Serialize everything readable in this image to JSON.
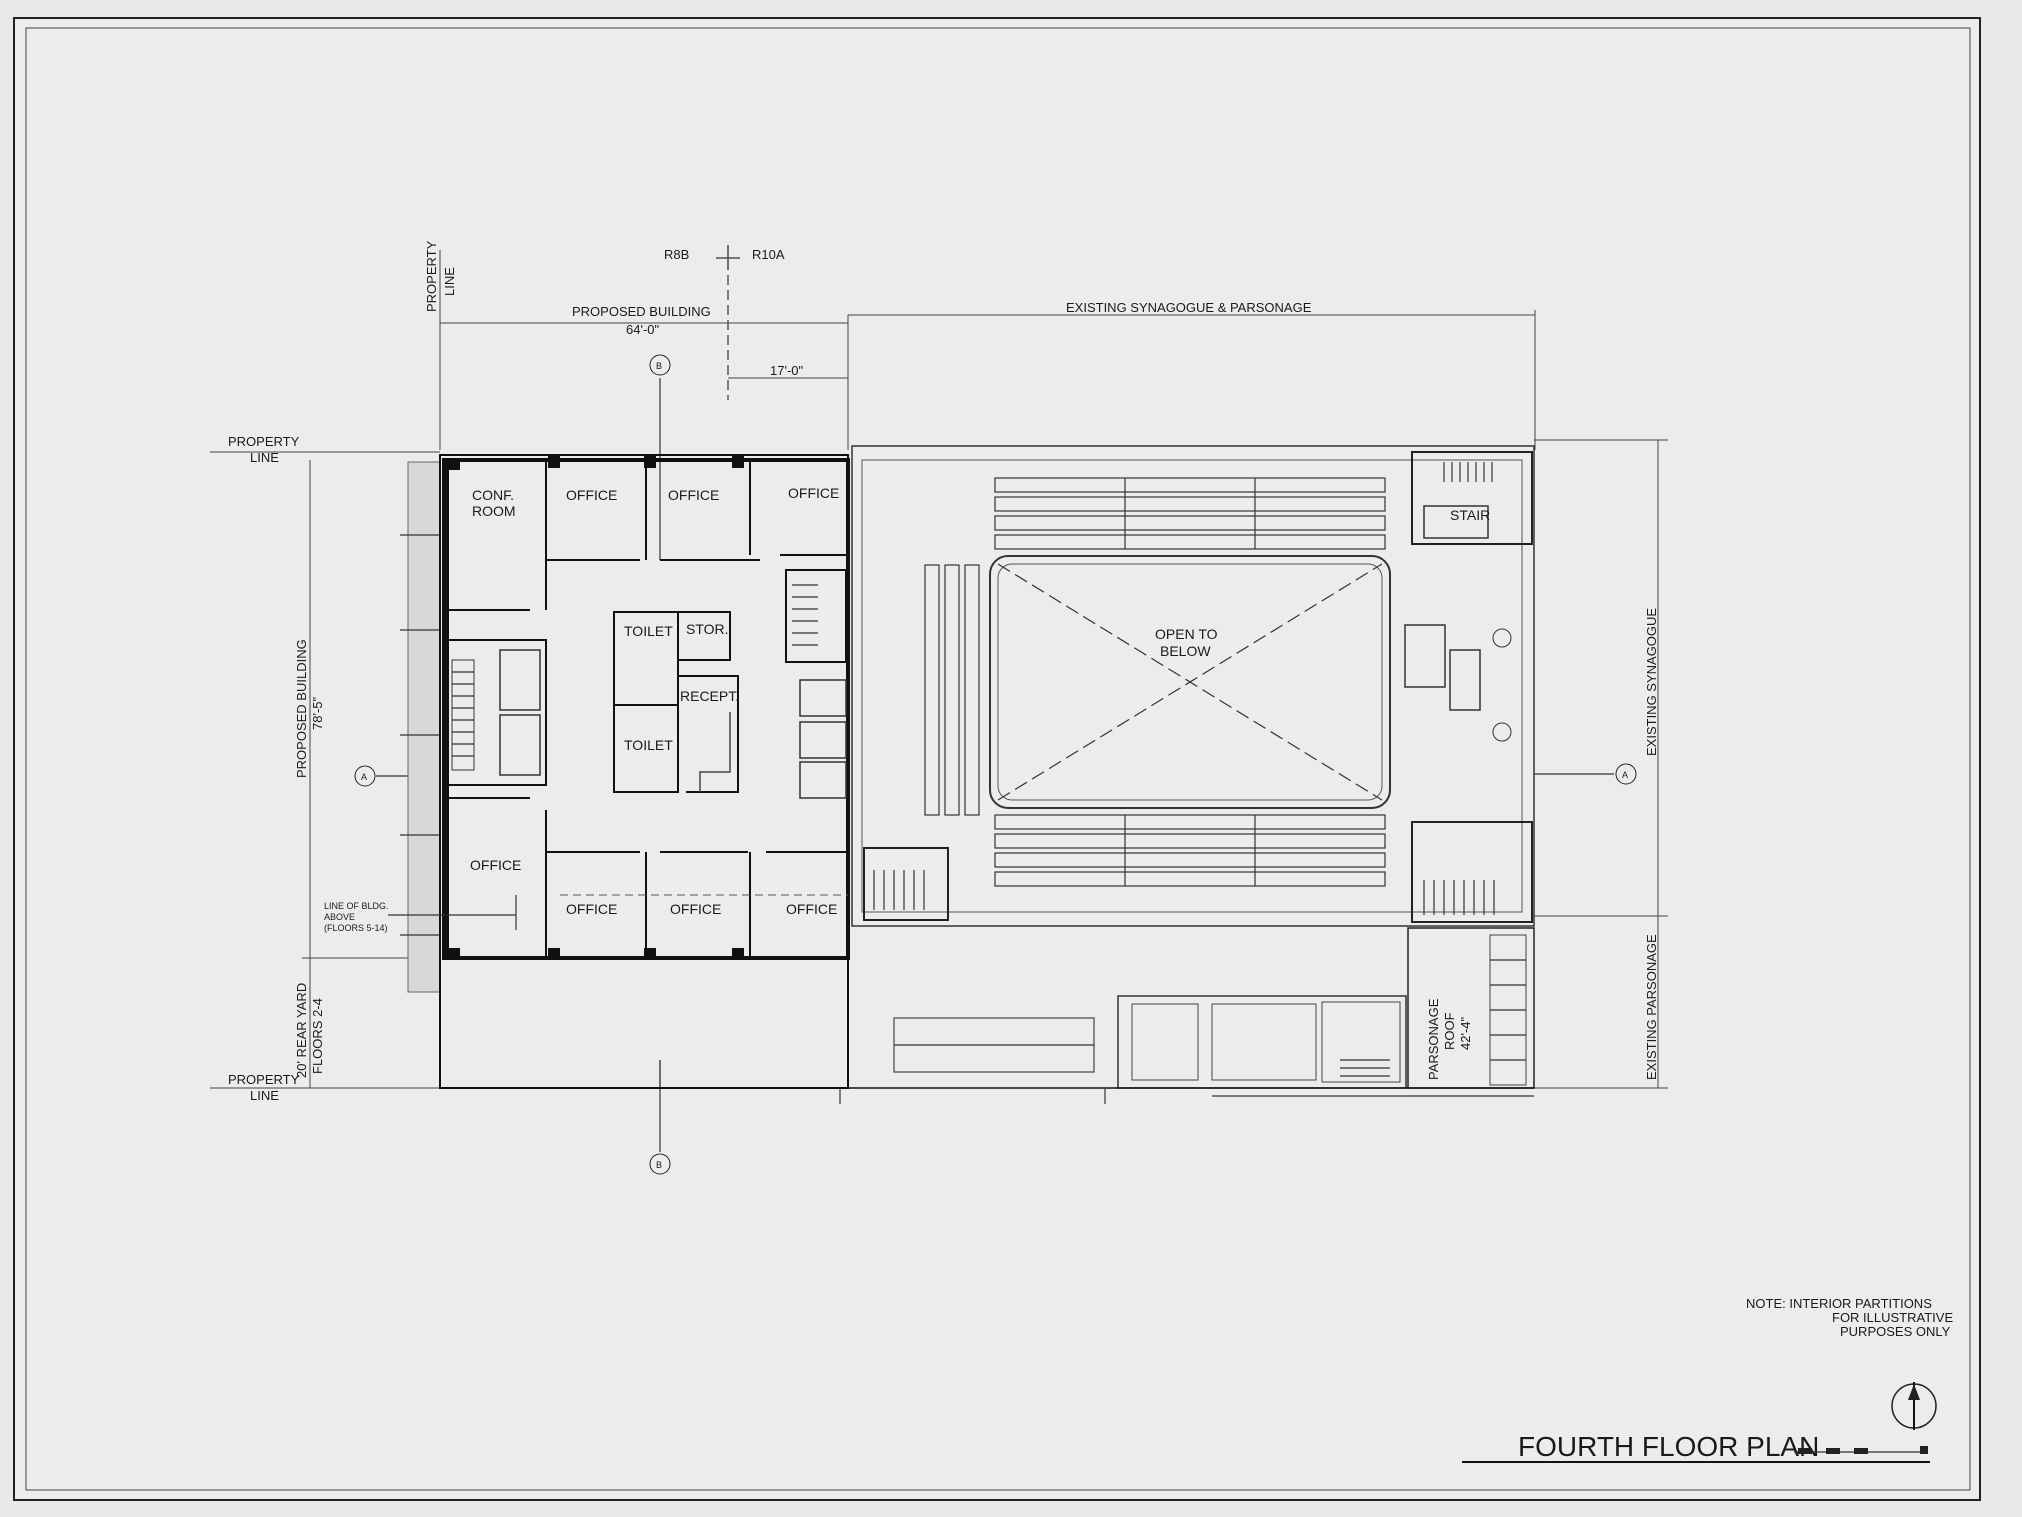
{
  "zoning": {
    "left": "R8B",
    "right": "R10A"
  },
  "dimensions": {
    "proposed_label": "PROPOSED BUILDING",
    "proposed_width": "64'-0\"",
    "offset": "17'-0\"",
    "existing_label": "EXISTING SYNAGOGUE & PARSONAGE",
    "proposed_depth_label": "PROPOSED BUILDING",
    "proposed_depth": "78'-5\"",
    "rear_yard_line1": "20' REAR YARD",
    "rear_yard_line2": "FLOORS 2-4",
    "existing_synagogue": "EXISTING SYNAGOGUE",
    "existing_parsonage": "EXISTING PARSONAGE"
  },
  "property_lines": {
    "line1": "PROPERTY",
    "line2": "LINE"
  },
  "section_markers": {
    "a": "A",
    "b": "B"
  },
  "rooms": {
    "conf_line1": "CONF.",
    "conf_line2": "ROOM",
    "office": "OFFICE",
    "toilet": "TOILET",
    "storage": "STOR.",
    "reception": "RECEPT.",
    "stair": "STAIR",
    "open_line1": "OPEN TO",
    "open_line2": "BELOW",
    "parsonage_line1": "PARSONAGE",
    "parsonage_line2": "ROOF",
    "parsonage_elev": "42'-4\""
  },
  "line_of_bldg": {
    "l1": "LINE OF BLDG.",
    "l2": "ABOVE",
    "l3": "(FLOORS 5-14)"
  },
  "note": {
    "l1": "NOTE:  INTERIOR PARTITIONS",
    "l2": "FOR ILLUSTRATIVE",
    "l3": "PURPOSES ONLY"
  },
  "title": "FOURTH FLOOR PLAN"
}
